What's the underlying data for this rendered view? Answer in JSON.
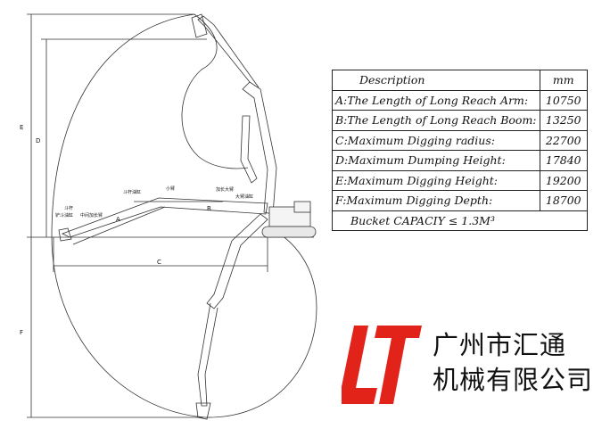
{
  "drawing": {
    "dimension_letters": {
      "a": "A",
      "b": "B",
      "c": "C",
      "d": "D",
      "e": "E",
      "f": "F"
    },
    "part_labels": [
      "铲斗油缸",
      "斗杆",
      "中间加长臂",
      "斗杆油缸",
      "小臂",
      "加长大臂",
      "大臂油缸"
    ]
  },
  "table": {
    "header": {
      "description": "Description",
      "unit": "mm"
    },
    "rows": [
      {
        "label": "A:The Length of Long Reach Arm:",
        "value": "10750"
      },
      {
        "label": "B:The Length of Long Reach Boom:",
        "value": "13250"
      },
      {
        "label": "C:Maximum Digging radius:",
        "value": "22700"
      },
      {
        "label": "D:Maximum Dumping Height:",
        "value": "17840"
      },
      {
        "label": "E:Maximum Digging Height:",
        "value": "19200"
      },
      {
        "label": "F:Maximum Digging Depth:",
        "value": "18700"
      }
    ],
    "footer": "Bucket CAPACIY ≤ 1.3M³"
  },
  "logo": {
    "text": "LT",
    "color": "#e2231a"
  },
  "company": {
    "line1": "广州市汇通",
    "line2": "机械有限公司"
  }
}
